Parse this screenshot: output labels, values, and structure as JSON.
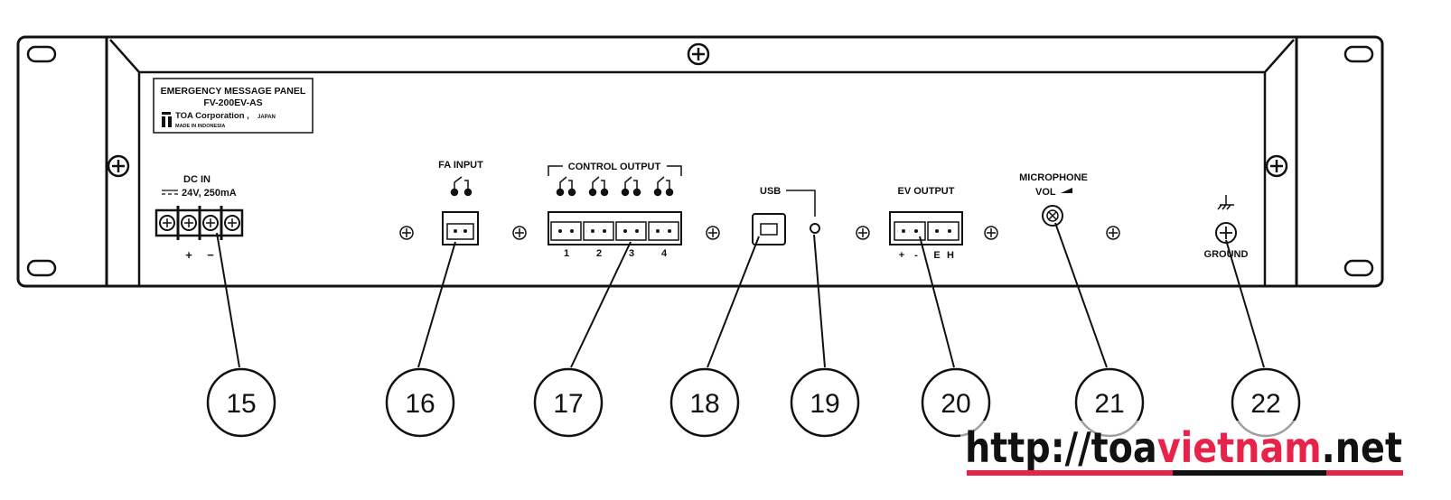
{
  "nameplate": {
    "line1": "EMERGENCY MESSAGE PANEL",
    "line2": "FV-200EV-AS",
    "maker": "TOA Corporation ,",
    "country": "JAPAN",
    "made_in": "MADE IN INDONESIA"
  },
  "labels": {
    "dc_in": "DC IN",
    "dc_rating": "24V, 250mA",
    "dc_plus": "+",
    "dc_minus": "−",
    "fa_input": "FA INPUT",
    "control_output": "CONTROL OUTPUT",
    "co_1": "1",
    "co_2": "2",
    "co_3": "3",
    "co_4": "4",
    "usb": "USB",
    "ev_output": "EV OUTPUT",
    "ev_plus": "+",
    "ev_minus": "-",
    "ev_e": "E",
    "ev_h": "H",
    "microphone": "MICROPHONE",
    "vol": "VOL",
    "ground": "GROUND"
  },
  "callouts": [
    "15",
    "16",
    "17",
    "18",
    "19",
    "20",
    "21",
    "22"
  ],
  "watermark": {
    "part1": "http://toa",
    "part2": "vietnam",
    "part3": ".net",
    "color_dark": "#111111",
    "color_accent": "#e8234a"
  }
}
